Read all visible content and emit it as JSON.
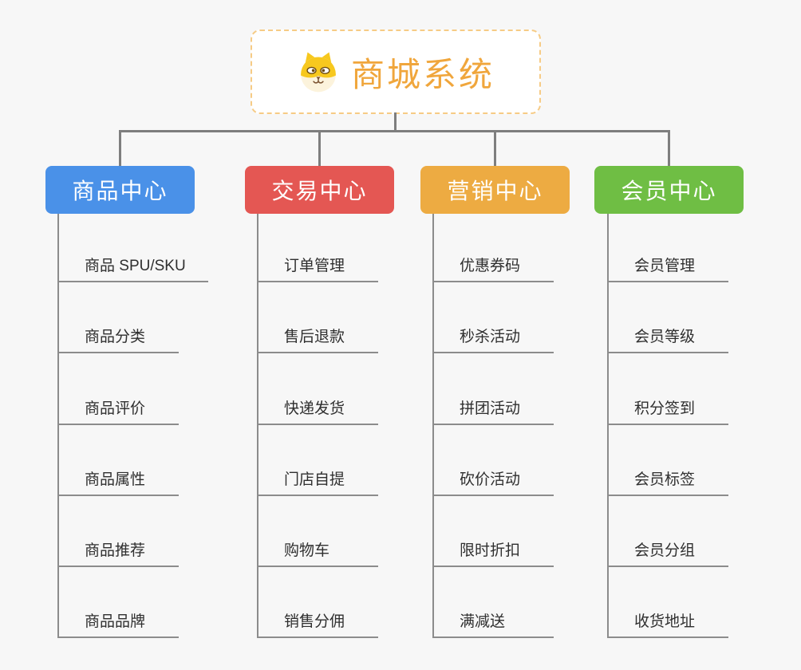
{
  "canvas": {
    "background_color": "#f7f7f7",
    "connector_color": "#7e7e7e"
  },
  "root": {
    "title": "商城系统",
    "text_color": "#f0a63c",
    "border_color": "#f6cb85",
    "icon": "dog-face-icon"
  },
  "branches": [
    {
      "label": "商品中心",
      "color": "#4a91e8",
      "children": [
        "商品 SPU/SKU",
        "商品分类",
        "商品评价",
        "商品属性",
        "商品推荐",
        "商品品牌"
      ]
    },
    {
      "label": "交易中心",
      "color": "#e45753",
      "children": [
        "订单管理",
        "售后退款",
        "快递发货",
        "门店自提",
        "购物车",
        "销售分佣"
      ]
    },
    {
      "label": "营销中心",
      "color": "#edab42",
      "children": [
        "优惠券码",
        "秒杀活动",
        "拼团活动",
        "砍价活动",
        "限时折扣",
        "满减送"
      ]
    },
    {
      "label": "会员中心",
      "color": "#6fbe44",
      "children": [
        "会员管理",
        "会员等级",
        "积分签到",
        "会员标签",
        "会员分组",
        "收货地址"
      ]
    }
  ]
}
